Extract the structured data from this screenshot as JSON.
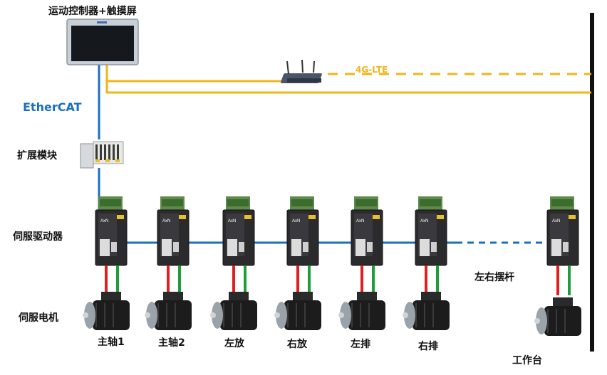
{
  "diagram": {
    "controller_label": "运动控制器+触摸屏",
    "fieldbus_label": "EtherCAT",
    "wireless_label": "4G-LTE",
    "expansion_label": "扩展模块",
    "drive_row_label": "伺服驱动器",
    "motor_row_label": "伺服电机",
    "workbench_label": "工作台",
    "swing_arm_label": "左右摆杆",
    "drive_brand": "AxN",
    "axes": [
      {
        "label": "主轴1"
      },
      {
        "label": "主轴2"
      },
      {
        "label": "左放"
      },
      {
        "label": "右放"
      },
      {
        "label": "左排"
      },
      {
        "label": "右排"
      }
    ],
    "colors": {
      "ethercat": "#1a6fbf",
      "lte": "#f2b51a",
      "power_red": "#e02020",
      "encoder_green": "#1e9e3a"
    }
  }
}
